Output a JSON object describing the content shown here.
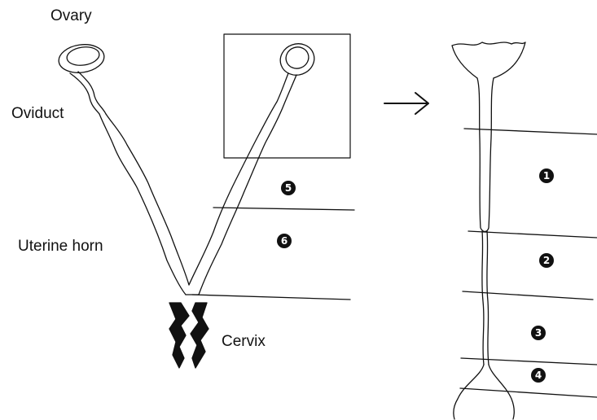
{
  "labels": {
    "ovary": "Ovary",
    "oviduct": "Oviduct",
    "uterine_horn": "Uterine horn",
    "cervix": "Cervix",
    "arrow": "→"
  },
  "segments": {
    "s1": "1",
    "s2": "2",
    "s3": "3",
    "s4": "4",
    "s5": "5",
    "s6": "6"
  },
  "colors": {
    "ink": "#111111",
    "background": "#ffffff"
  }
}
